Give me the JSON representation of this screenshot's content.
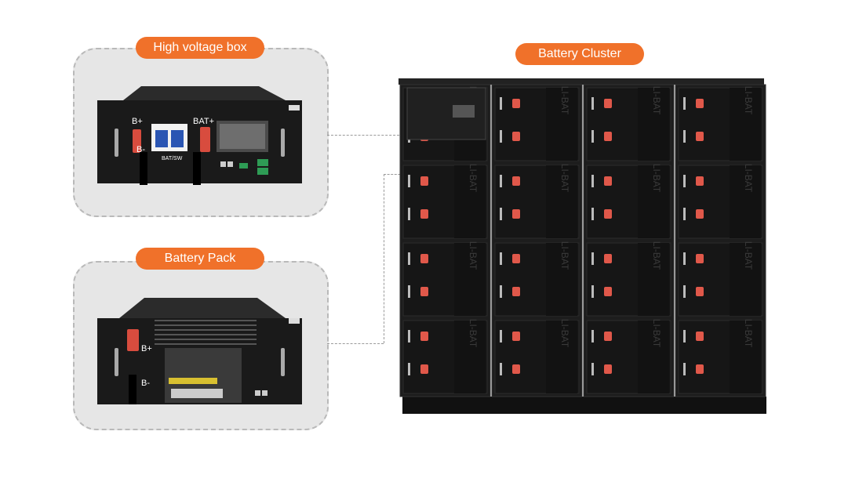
{
  "labels": {
    "hv_box": "High voltage box",
    "battery_pack": "Battery Pack",
    "battery_cluster": "Battery Cluster"
  },
  "hv_box": {
    "b_plus": "B+",
    "b_minus": "B-",
    "bat_plus": "BAT+",
    "bat_sw": "BAT/SW"
  },
  "battery_pack": {
    "b_plus": "B+",
    "b_minus": "B-"
  },
  "cluster": {
    "module_logo": "LI-BAT",
    "columns": 4,
    "rows": 4
  },
  "colors": {
    "accent": "#f0712a",
    "panel_bg": "#e6e6e6",
    "equipment": "#1c1c1c",
    "terminal": "#e0584a"
  }
}
